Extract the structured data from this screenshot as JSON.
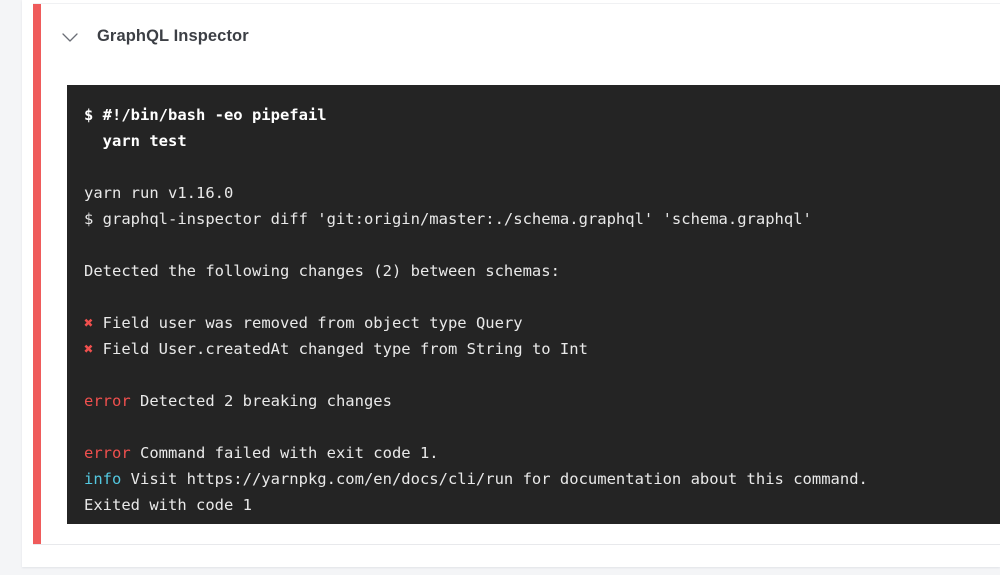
{
  "step": {
    "title": "GraphQL Inspector",
    "collapse_icon": "chevron-down-icon",
    "status_color": "#ef5b5b",
    "expanded": true
  },
  "terminal": {
    "background_color": "#242424",
    "text_color": "#e9e9e9",
    "error_color": "#f0504e",
    "info_color": "#53c8e0",
    "lines": [
      {
        "kind": "cmd",
        "text": "$ #!/bin/bash -eo pipefail"
      },
      {
        "kind": "cmd",
        "text": "  yarn test"
      },
      {
        "kind": "blank",
        "text": ""
      },
      {
        "kind": "plain",
        "text": "yarn run v1.16.0"
      },
      {
        "kind": "plain",
        "text": "$ graphql-inspector diff 'git:origin/master:./schema.graphql' 'schema.graphql'"
      },
      {
        "kind": "blank",
        "text": ""
      },
      {
        "kind": "plain",
        "text": "Detected the following changes (2) between schemas:"
      },
      {
        "kind": "blank",
        "text": ""
      },
      {
        "kind": "fail",
        "marker": "✖",
        "text": " Field user was removed from object type Query"
      },
      {
        "kind": "fail",
        "marker": "✖",
        "text": " Field User.createdAt changed type from String to Int"
      },
      {
        "kind": "blank",
        "text": ""
      },
      {
        "kind": "error",
        "marker": "error",
        "text": " Detected 2 breaking changes"
      },
      {
        "kind": "blank",
        "text": ""
      },
      {
        "kind": "error",
        "marker": "error",
        "text": " Command failed with exit code 1."
      },
      {
        "kind": "info",
        "marker": "info",
        "text": " Visit https://yarnpkg.com/en/docs/cli/run for documentation about this command."
      },
      {
        "kind": "plain",
        "text": "Exited with code 1"
      }
    ]
  }
}
